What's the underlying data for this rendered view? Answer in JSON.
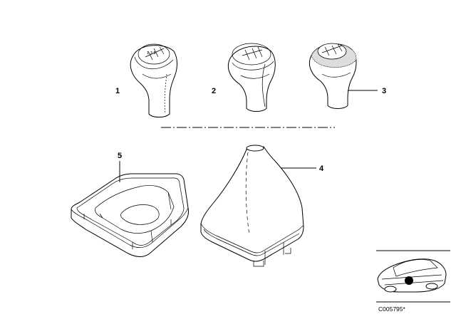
{
  "callouts": {
    "part1": "1",
    "part2": "2",
    "part3": "3",
    "part4": "4",
    "part5": "5"
  },
  "diagram_code": "C005795*",
  "colors": {
    "line": "#000000",
    "background": "#ffffff"
  }
}
